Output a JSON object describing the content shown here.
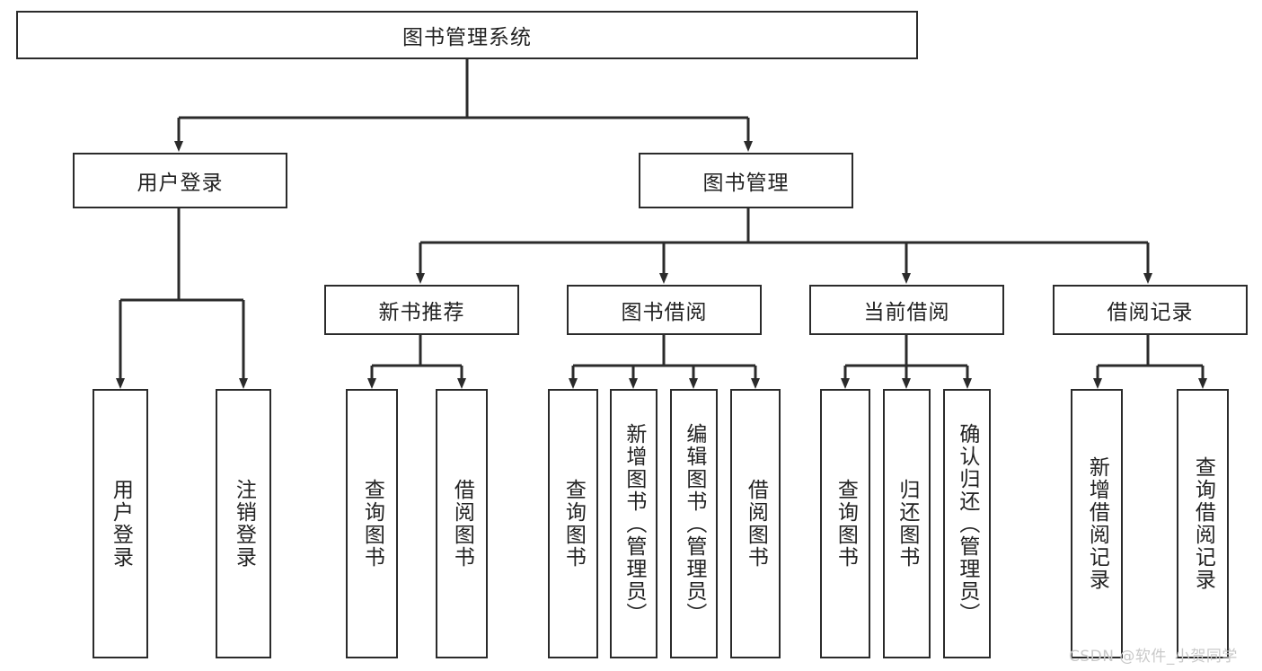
{
  "diagram": {
    "title": "图书管理系统",
    "type": "hierarchy-tree",
    "root": {
      "label": "图书管理系统"
    },
    "level2": [
      {
        "label": "用户登录"
      },
      {
        "label": "图书管理"
      }
    ],
    "level3": [
      {
        "label": "新书推荐"
      },
      {
        "label": "图书借阅"
      },
      {
        "label": "当前借阅"
      },
      {
        "label": "借阅记录"
      }
    ],
    "leaves": {
      "user_login": [
        {
          "label": "用户登录"
        },
        {
          "label": "注销登录"
        }
      ],
      "new_book_recommend": [
        {
          "label": "查询图书"
        },
        {
          "label": "借阅图书"
        }
      ],
      "book_borrow": [
        {
          "label": "查询图书"
        },
        {
          "label": "新增图书（管理员）"
        },
        {
          "label": "编辑图书（管理员）"
        },
        {
          "label": "借阅图书"
        }
      ],
      "current_borrow": [
        {
          "label": "查询图书"
        },
        {
          "label": "归还图书"
        },
        {
          "label": "确认归还（管理员）"
        }
      ],
      "borrow_record": [
        {
          "label": "新增借阅记录"
        },
        {
          "label": "查询借阅记录"
        }
      ]
    }
  },
  "watermark": {
    "text": "CSDN @软件_小贺同学"
  },
  "colors": {
    "stroke": "#2b2b2b",
    "box_fill": "#ffffff",
    "text": "#222222",
    "watermark": "#c9c9c9"
  }
}
